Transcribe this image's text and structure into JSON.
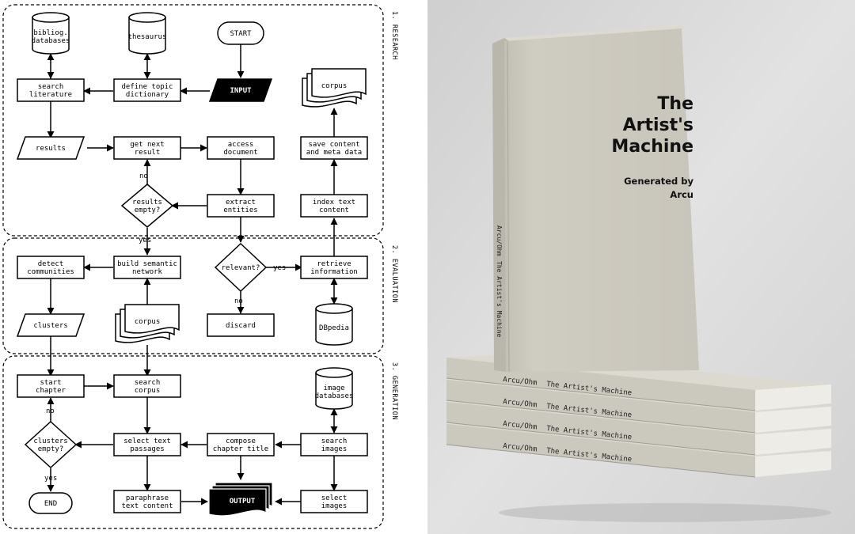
{
  "flowchart": {
    "sections": {
      "research": "1. RESEARCH",
      "evaluation": "2. EVALUATION",
      "generation": "3. GENERATION"
    },
    "nodes": {
      "bibliog_databases": [
        "bibliog.",
        "databases"
      ],
      "thesaurus": [
        "thesaurus"
      ],
      "start": [
        "START"
      ],
      "search_literature": [
        "search",
        "literature"
      ],
      "define_topic_dictionary": [
        "define topic",
        "dictionary"
      ],
      "input": [
        "INPUT"
      ],
      "corpus_top": [
        "corpus"
      ],
      "results": [
        "results"
      ],
      "get_next_result": [
        "get next",
        "result"
      ],
      "access_document": [
        "access",
        "document"
      ],
      "save_content": [
        "save content",
        "and meta data"
      ],
      "results_empty": [
        "results",
        "empty?"
      ],
      "extract_entities": [
        "extract",
        "entities"
      ],
      "index_text_content": [
        "index text",
        "content"
      ],
      "detect_communities": [
        "detect",
        "communities"
      ],
      "build_semantic_network": [
        "build semantic",
        "network"
      ],
      "relevant": [
        "relevant?"
      ],
      "retrieve_information": [
        "retrieve",
        "information"
      ],
      "clusters": [
        "clusters"
      ],
      "corpus_mid": [
        "corpus"
      ],
      "discard": [
        "discard"
      ],
      "dbpedia": [
        "DBpedia"
      ],
      "start_chapter": [
        "start",
        "chapter"
      ],
      "search_corpus": [
        "search",
        "corpus"
      ],
      "image_databases": [
        "image",
        "databases"
      ],
      "clusters_empty": [
        "clusters",
        "empty?"
      ],
      "select_text_passages": [
        "select text",
        "passages"
      ],
      "compose_chapter_title": [
        "compose",
        "chapter title"
      ],
      "search_images": [
        "search",
        "images"
      ],
      "end": [
        "END"
      ],
      "paraphrase_text_content": [
        "paraphrase",
        "text content"
      ],
      "output": [
        "OUTPUT"
      ],
      "select_images": [
        "select",
        "images"
      ]
    },
    "edge_labels": {
      "no_results": "no",
      "yes_results": "yes",
      "yes_relevant": "yes",
      "no_relevant": "no",
      "no_clusters": "no",
      "yes_clusters": "yes"
    }
  },
  "book": {
    "title_lines": [
      "The",
      "Artist's",
      "Machine"
    ],
    "subtitle_lines": [
      "Generated by",
      "Arcu"
    ],
    "spine_title": "The Artist's Machine",
    "spine_author": "Arcu/Ohm",
    "colors": {
      "cover": "#cbc8be",
      "background": "#d4d4d4"
    }
  }
}
